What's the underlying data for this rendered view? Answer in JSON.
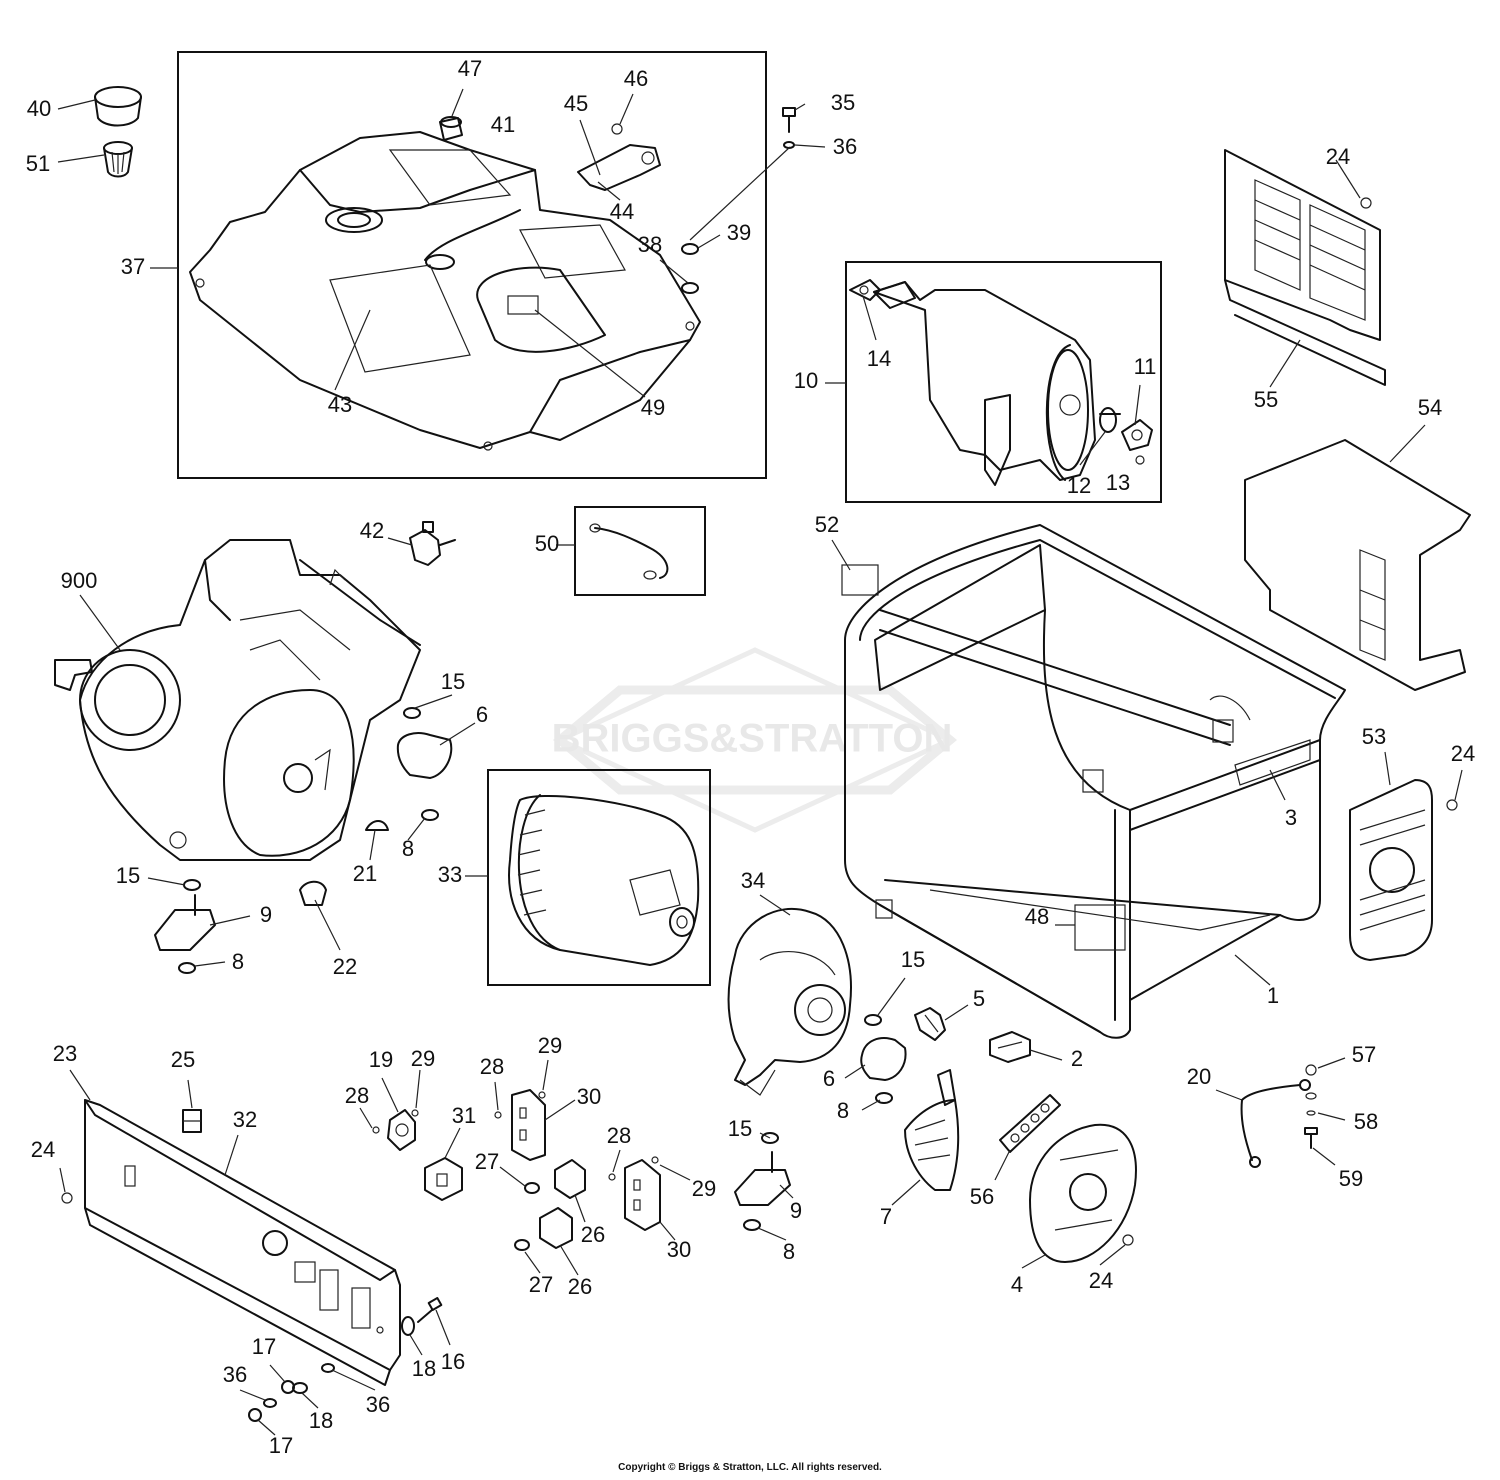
{
  "watermark": "BRIGGS&STRATTON",
  "copyright": "Copyright © Briggs & Stratton, LLC. All rights reserved.",
  "callouts": {
    "c1": "1",
    "c2": "2",
    "c3": "3",
    "c4": "4",
    "c5": "5",
    "c6a": "6",
    "c6b": "6",
    "c7": "7",
    "c8a": "8",
    "c8b": "8",
    "c8c": "8",
    "c8d": "8",
    "c9a": "9",
    "c9b": "9",
    "c10": "10",
    "c11": "11",
    "c12": "12",
    "c13": "13",
    "c14": "14",
    "c15a": "15",
    "c15b": "15",
    "c15c": "15",
    "c15d": "15",
    "c16": "16",
    "c17a": "17",
    "c17b": "17",
    "c18a": "18",
    "c18b": "18",
    "c19": "19",
    "c20": "20",
    "c21": "21",
    "c22": "22",
    "c23": "23",
    "c24a": "24",
    "c24b": "24",
    "c24c": "24",
    "c24d": "24",
    "c25": "25",
    "c26a": "26",
    "c26b": "26",
    "c27a": "27",
    "c27b": "27",
    "c28a": "28",
    "c28b": "28",
    "c28c": "28",
    "c29a": "29",
    "c29b": "29",
    "c29c": "29",
    "c30a": "30",
    "c30b": "30",
    "c31": "31",
    "c32": "32",
    "c33": "33",
    "c34": "34",
    "c35": "35",
    "c36a": "36",
    "c36b": "36",
    "c36c": "36",
    "c37": "37",
    "c38": "38",
    "c39": "39",
    "c40": "40",
    "c41": "41",
    "c42": "42",
    "c43": "43",
    "c44": "44",
    "c45": "45",
    "c46": "46",
    "c47": "47",
    "c48": "48",
    "c49": "49",
    "c50": "50",
    "c51": "51",
    "c52": "52",
    "c53": "53",
    "c54": "54",
    "c55": "55",
    "c56": "56",
    "c57": "57",
    "c58": "58",
    "c59": "59",
    "c900": "900"
  }
}
